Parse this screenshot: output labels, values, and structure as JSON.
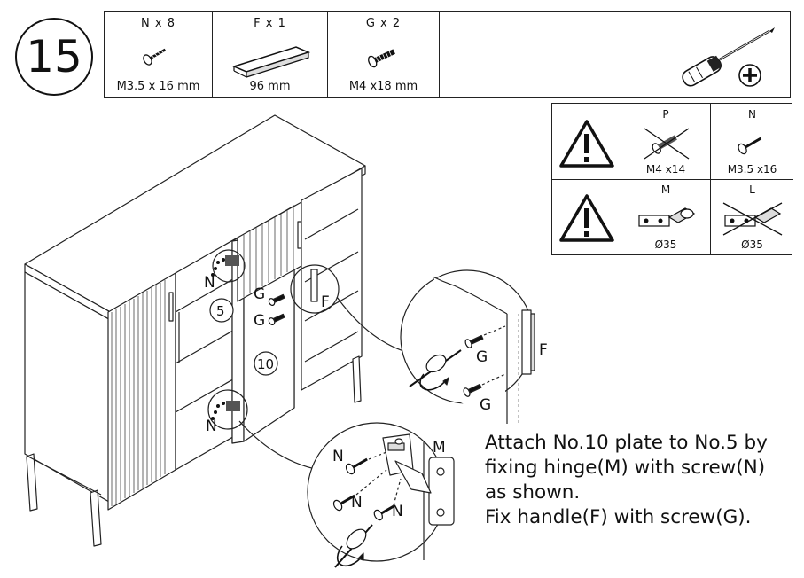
{
  "step": {
    "number": "15"
  },
  "parts": [
    {
      "label": "N x 8",
      "size": "M3.5 x 16 mm",
      "icon": "screw-icon"
    },
    {
      "label": "F x 1",
      "size": "96 mm",
      "icon": "handle-icon"
    },
    {
      "label": "G x 2",
      "size": "M4 x18 mm",
      "icon": "bolt-icon"
    }
  ],
  "tool": {
    "icon": "phillips-screwdriver-icon"
  },
  "warnings": {
    "top": {
      "left_label": "P",
      "left_size": "M4 x14",
      "right_label": "N",
      "right_size": "M3.5 x16"
    },
    "bottom": {
      "left_label": "M",
      "left_size": "Ø35",
      "right_label": "L",
      "right_size": "Ø35"
    }
  },
  "diagram_labels": {
    "n_top": "N",
    "g_top": "G",
    "g_mid": "G",
    "f_main": "F",
    "part_5": "5",
    "part_10": "10",
    "n_bottom": "N",
    "detail_g1": "G",
    "detail_g2": "G",
    "detail_f": "F",
    "detail_n1": "N",
    "detail_n2": "N",
    "detail_n3": "N",
    "detail_m": "M"
  },
  "instructions": {
    "text": "Attach No.10 plate to No.5 by\nfixing hinge(M) with screw(N)\nas shown.\nFix handle(F) with screw(G)."
  }
}
